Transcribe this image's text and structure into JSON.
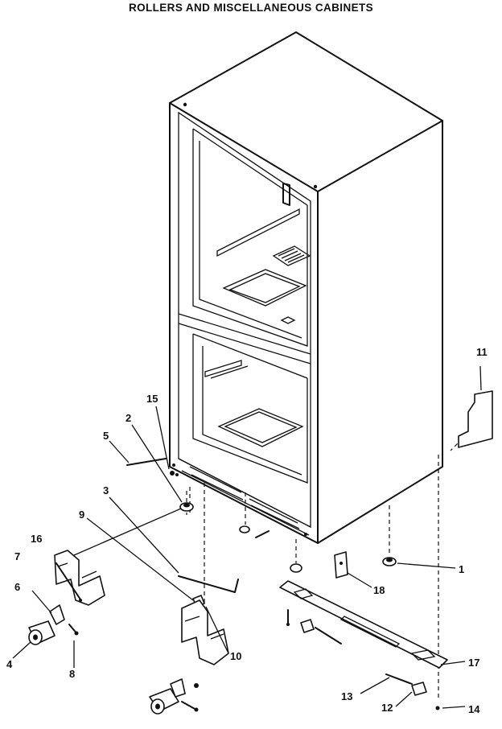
{
  "title": "ROLLERS AND MISCELLANEOUS CABINETS",
  "callouts": {
    "c1": "1",
    "c2": "2",
    "c3": "3",
    "c4": "4",
    "c5": "5",
    "c6": "6",
    "c7": "7",
    "c8": "8",
    "c9": "9",
    "c10": "10",
    "c11": "11",
    "c12": "12",
    "c13": "13",
    "c14": "14",
    "c15": "15",
    "c16": "16",
    "c17": "17",
    "c18": "18"
  }
}
